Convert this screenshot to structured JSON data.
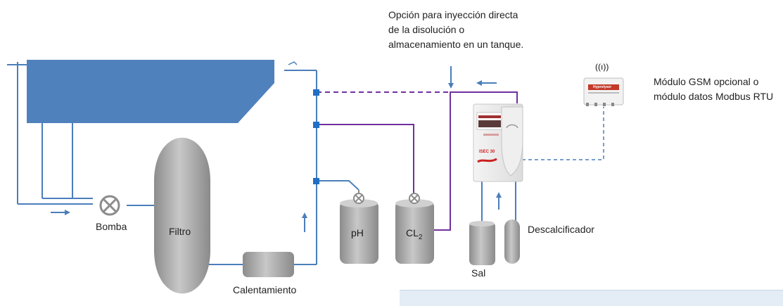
{
  "labels": {
    "pump": "Bomba",
    "filter": "Filtro",
    "heating": "Calentamiento",
    "ph_tank": "pH",
    "cl2_tank_main": "CL",
    "cl2_tank_sub": "2",
    "salt": "Sal",
    "softener": "Descalcificador"
  },
  "notes": {
    "injection_option": [
      "Opción para inyección directa",
      "de la disolución o",
      "almacenamiento en un tanque."
    ],
    "gsm_module": [
      "Módulo GSM opcional o",
      "módulo datos Modbus RTU"
    ]
  },
  "device": {
    "model": "ISEC 30",
    "gsm_brand": "Hyprolyser",
    "signal_glyph": "((ı))"
  },
  "colors": {
    "pool": "#4f81bd",
    "pipe": "#4a7ebb",
    "chem_line": "#7030a0",
    "tank_gray": "#a6a6a6",
    "panel": "#e4ecf5"
  }
}
